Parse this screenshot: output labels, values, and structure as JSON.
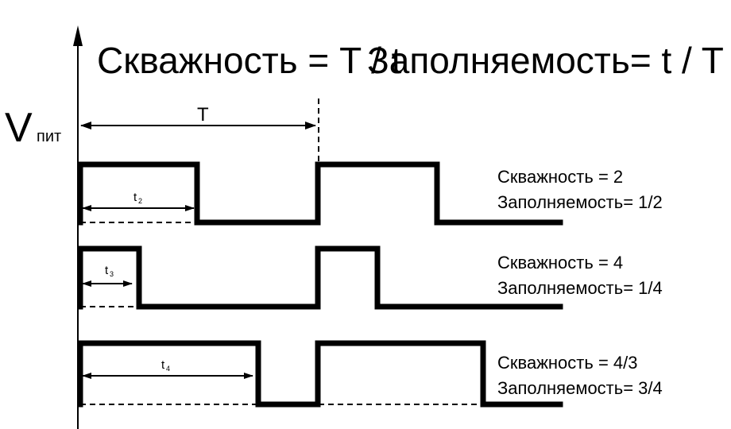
{
  "title": {
    "left": "Скважность = T / t",
    "right": "Заполняемость= t / T"
  },
  "axis": {
    "v_label": "V",
    "v_sub": "пит"
  },
  "period_label": "T",
  "waves": [
    {
      "t_main": "t",
      "t_sub": "2",
      "duty_label": "Скважность = 2",
      "fill_label": "Заполняемость= 1/2",
      "duty_fraction": 0.5
    },
    {
      "t_main": "t",
      "t_sub": "3",
      "duty_label": "Скважность = 4",
      "fill_label": "Заполняемость= 1/4",
      "duty_fraction": 0.25
    },
    {
      "t_main": "t",
      "t_sub": "4",
      "duty_label": "Скважность = 4/3",
      "fill_label": "Заполняемость= 3/4",
      "duty_fraction": 0.75
    }
  ],
  "colors": {
    "ink": "#000000",
    "background": "#ffffff"
  }
}
